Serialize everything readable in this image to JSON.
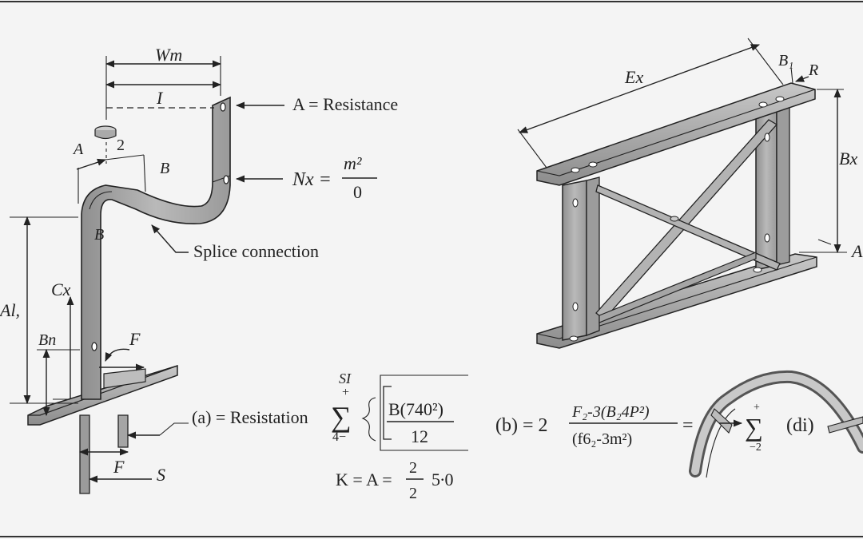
{
  "figure": {
    "left_part": {
      "dim_top": "Wm",
      "dim_second": "I",
      "dim_small": "2",
      "label_A_angle": "A",
      "label_B_top": "B",
      "label_B_side": "B",
      "label_Cx": "Cx",
      "label_Al": "Al,",
      "label_Bn": "Bn",
      "label_F_top": "F",
      "label_F_bottom": "F",
      "label_S": "S",
      "callout_resistance": "A = Resistance",
      "callout_nx_lhs": "Nx =",
      "callout_nx_num": "m²",
      "callout_nx_den": "0",
      "callout_splice": "Splice connection"
    },
    "right_part": {
      "label_Ex": "Ex",
      "label_B1": "B₁",
      "label_R": "R",
      "label_Bx": "Bx",
      "label_edge": "A"
    },
    "equations": {
      "eq_a_lhs": "(a) = Resistation",
      "eq_a_sum_top": "SI",
      "eq_a_sum_plus": "+",
      "eq_a_sum_bottom": "4−",
      "eq_a_num": "B(740²)",
      "eq_a_den": "12",
      "eq_k_lhs": "K = A =",
      "eq_k_num": "2",
      "eq_k_den": "2",
      "eq_k_tail": "5∙0",
      "eq_b_lhs": "(b) = 2",
      "eq_b_num": "F₂-3(B₂4P²)",
      "eq_b_den": "(f6₂-3m²)",
      "eq_b_eq": "=",
      "eq_b_sum_top": "+",
      "eq_b_sum_bottom": "−2",
      "eq_b_tail": "(di)"
    }
  }
}
